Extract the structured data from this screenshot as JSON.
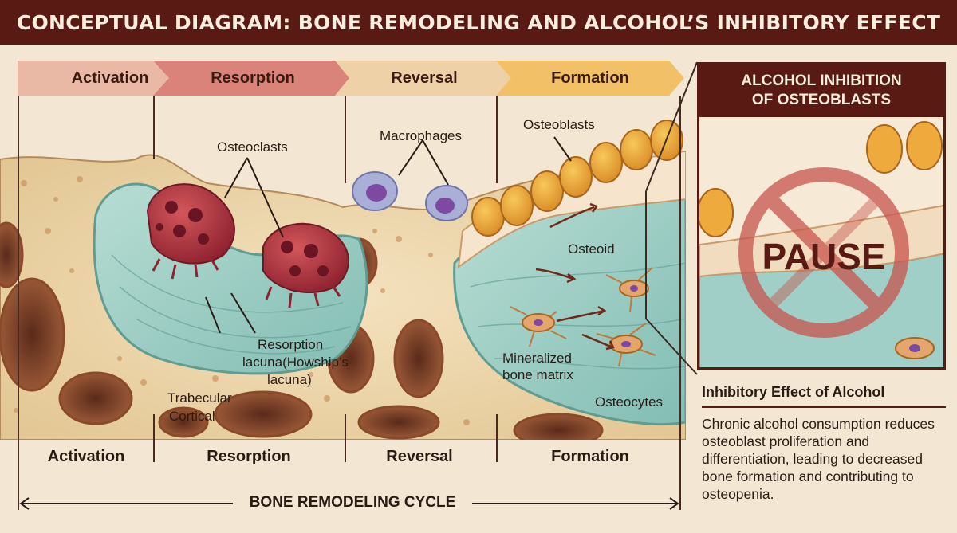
{
  "title": "CONCEPTUAL DIAGRAM: BONE REMODELING AND ALCOHOL’S INHIBITORY EFFECT",
  "stages": [
    {
      "label": "Activation",
      "color": "#e9b9a6"
    },
    {
      "label": "Resorption",
      "color": "#d9837a"
    },
    {
      "label": "Reversal",
      "color": "#efd1a8"
    },
    {
      "label": "Formation",
      "color": "#f2c067"
    }
  ],
  "callouts": {
    "osteoclasts": "Osteoclasts",
    "macrophages": "Macrophages",
    "osteoblasts": "Osteoblasts",
    "osteoid": "Osteoid",
    "resorption_lacuna_1": "Resorption",
    "resorption_lacuna_2": "lacuna(Howship’s",
    "resorption_lacuna_3": "lacuna)",
    "trabecular": "Trabecular",
    "cortical": "Cortical",
    "mineralized_1": "Mineralized",
    "mineralized_2": "bone matrix",
    "osteocytes": "Osteocytes"
  },
  "bottom_labels": [
    "Activation",
    "Resorption",
    "Reversal",
    "Formation"
  ],
  "cycle_label": "BONE REMODELING CYCLE",
  "inhibition_panel": {
    "header_line1": "ALCOHOL INHIBITION",
    "header_line2": "OF OSTEOBLASTS",
    "pause_label": "PAUSE"
  },
  "effect": {
    "title": "Inhibitory Effect of Alcohol",
    "body": "Chronic alcohol consumption reduces osteoblast proliferation and differentiation, leading to decreased bone formation and contributing to osteopenia."
  },
  "colors": {
    "brand_dark": "#5a1a14",
    "bone": "#ecd6ab",
    "matrix": "#9fcfc6",
    "osteoclast": "#b2353c",
    "osteoblast": "#eeaa3d",
    "macrophage": "#a9afd6",
    "osteocyte": "#e4a66c"
  }
}
